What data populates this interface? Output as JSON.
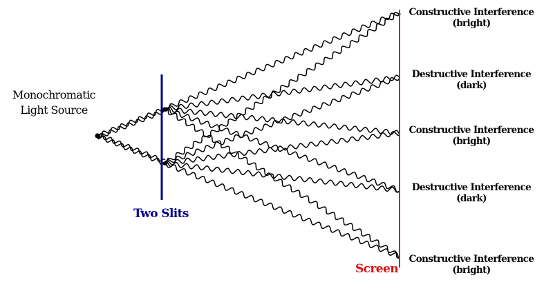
{
  "source": {
    "line1": "Monochromatic",
    "line2": "Light Source"
  },
  "slits_label": "Two Slits",
  "screen_label": "Screen",
  "fringes": [
    {
      "title": "Constructive Interference",
      "note": "(bright)"
    },
    {
      "title": "Destructive Interference",
      "note": "(dark)"
    },
    {
      "title": "Constructive Interference",
      "note": "(bright)"
    },
    {
      "title": "Destructive Interference",
      "note": "(dark)"
    },
    {
      "title": "Constructive Interference",
      "note": "(bright)"
    }
  ],
  "colors": {
    "slit_barrier": "#00008b",
    "screen": "#dd1010",
    "waves": "#000000"
  }
}
